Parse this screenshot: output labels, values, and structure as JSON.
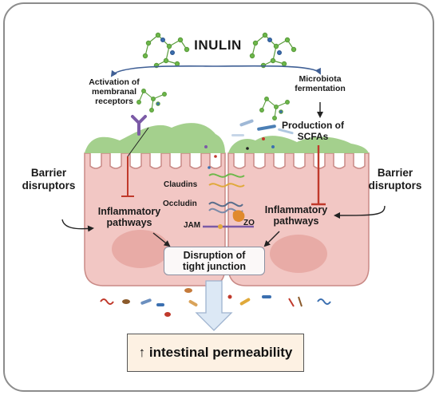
{
  "inulin_label": "INULIN",
  "activation_label": "Activation of\nmembranal\nreceptors",
  "microbiota_label": "Microbiota\nfermentation",
  "production_label": "Production of\nSCFAs",
  "barrier_left": "Barrier\ndisruptors",
  "barrier_right": "Barrier\ndisruptors",
  "inflammatory_left": "Inflammatory\npathways",
  "inflammatory_right": "Inflammatory\npathways",
  "junction_labels": {
    "claudins": "Claudins",
    "occludin": "Occludin",
    "jam": "JAM",
    "zo": "ZO"
  },
  "disruption_box": "Disruption of\ntight junction",
  "permeability_box": "↑ intestinal permeability",
  "colors": {
    "cell_fill": "#f2c7c4",
    "cell_stroke": "#c98a86",
    "mucus": "#9fce87",
    "nucleus": "#e8aba6",
    "inulin_green": "#6db84a",
    "inulin_blue": "#3b6fb0",
    "arrow_blue": "#3f5f95",
    "inhibit_red": "#c0392b",
    "receptor": "#7b5aa6",
    "down_arrow": "#dce8f5",
    "down_arrow_stroke": "#9fb3cf"
  }
}
